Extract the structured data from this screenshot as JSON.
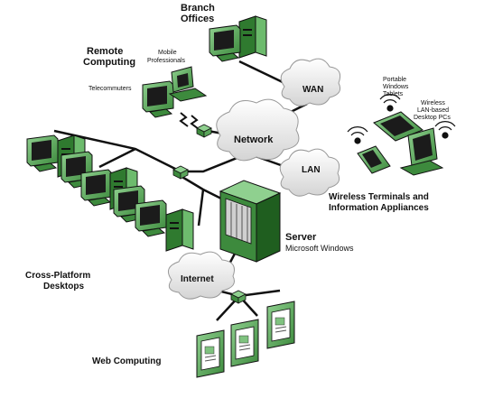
{
  "labels": {
    "branch_offices_1": "Branch",
    "branch_offices_2": "Offices",
    "remote_computing_1": "Remote",
    "remote_computing_2": "Computing",
    "mobile_professionals_1": "Mobile",
    "mobile_professionals_2": "Professionals",
    "telecommuters": "Telecommuters",
    "wan": "WAN",
    "network": "Network",
    "lan": "LAN",
    "portable_windows_tablets_1": "Portable",
    "portable_windows_tablets_2": "Windows",
    "portable_windows_tablets_3": "Tablets",
    "wireless_lan_desktop_1": "Wireless",
    "wireless_lan_desktop_2": "LAN-based",
    "wireless_lan_desktop_3": "Desktop PCs",
    "wireless_terminals_1": "Wireless Terminals and",
    "wireless_terminals_2": "Information Appliances",
    "server": "Server",
    "microsoft_windows": "Microsoft Windows",
    "internet": "Internet",
    "cross_platform_1": "Cross-Platform",
    "cross_platform_2": "Desktops",
    "web_computing": "Web Computing"
  },
  "colors": {
    "device_green": "#4a9a4a",
    "device_light": "#7fc27f",
    "device_dark": "#1f5e1f",
    "cloud_fill": "#eeeeee",
    "line": "#111111"
  }
}
